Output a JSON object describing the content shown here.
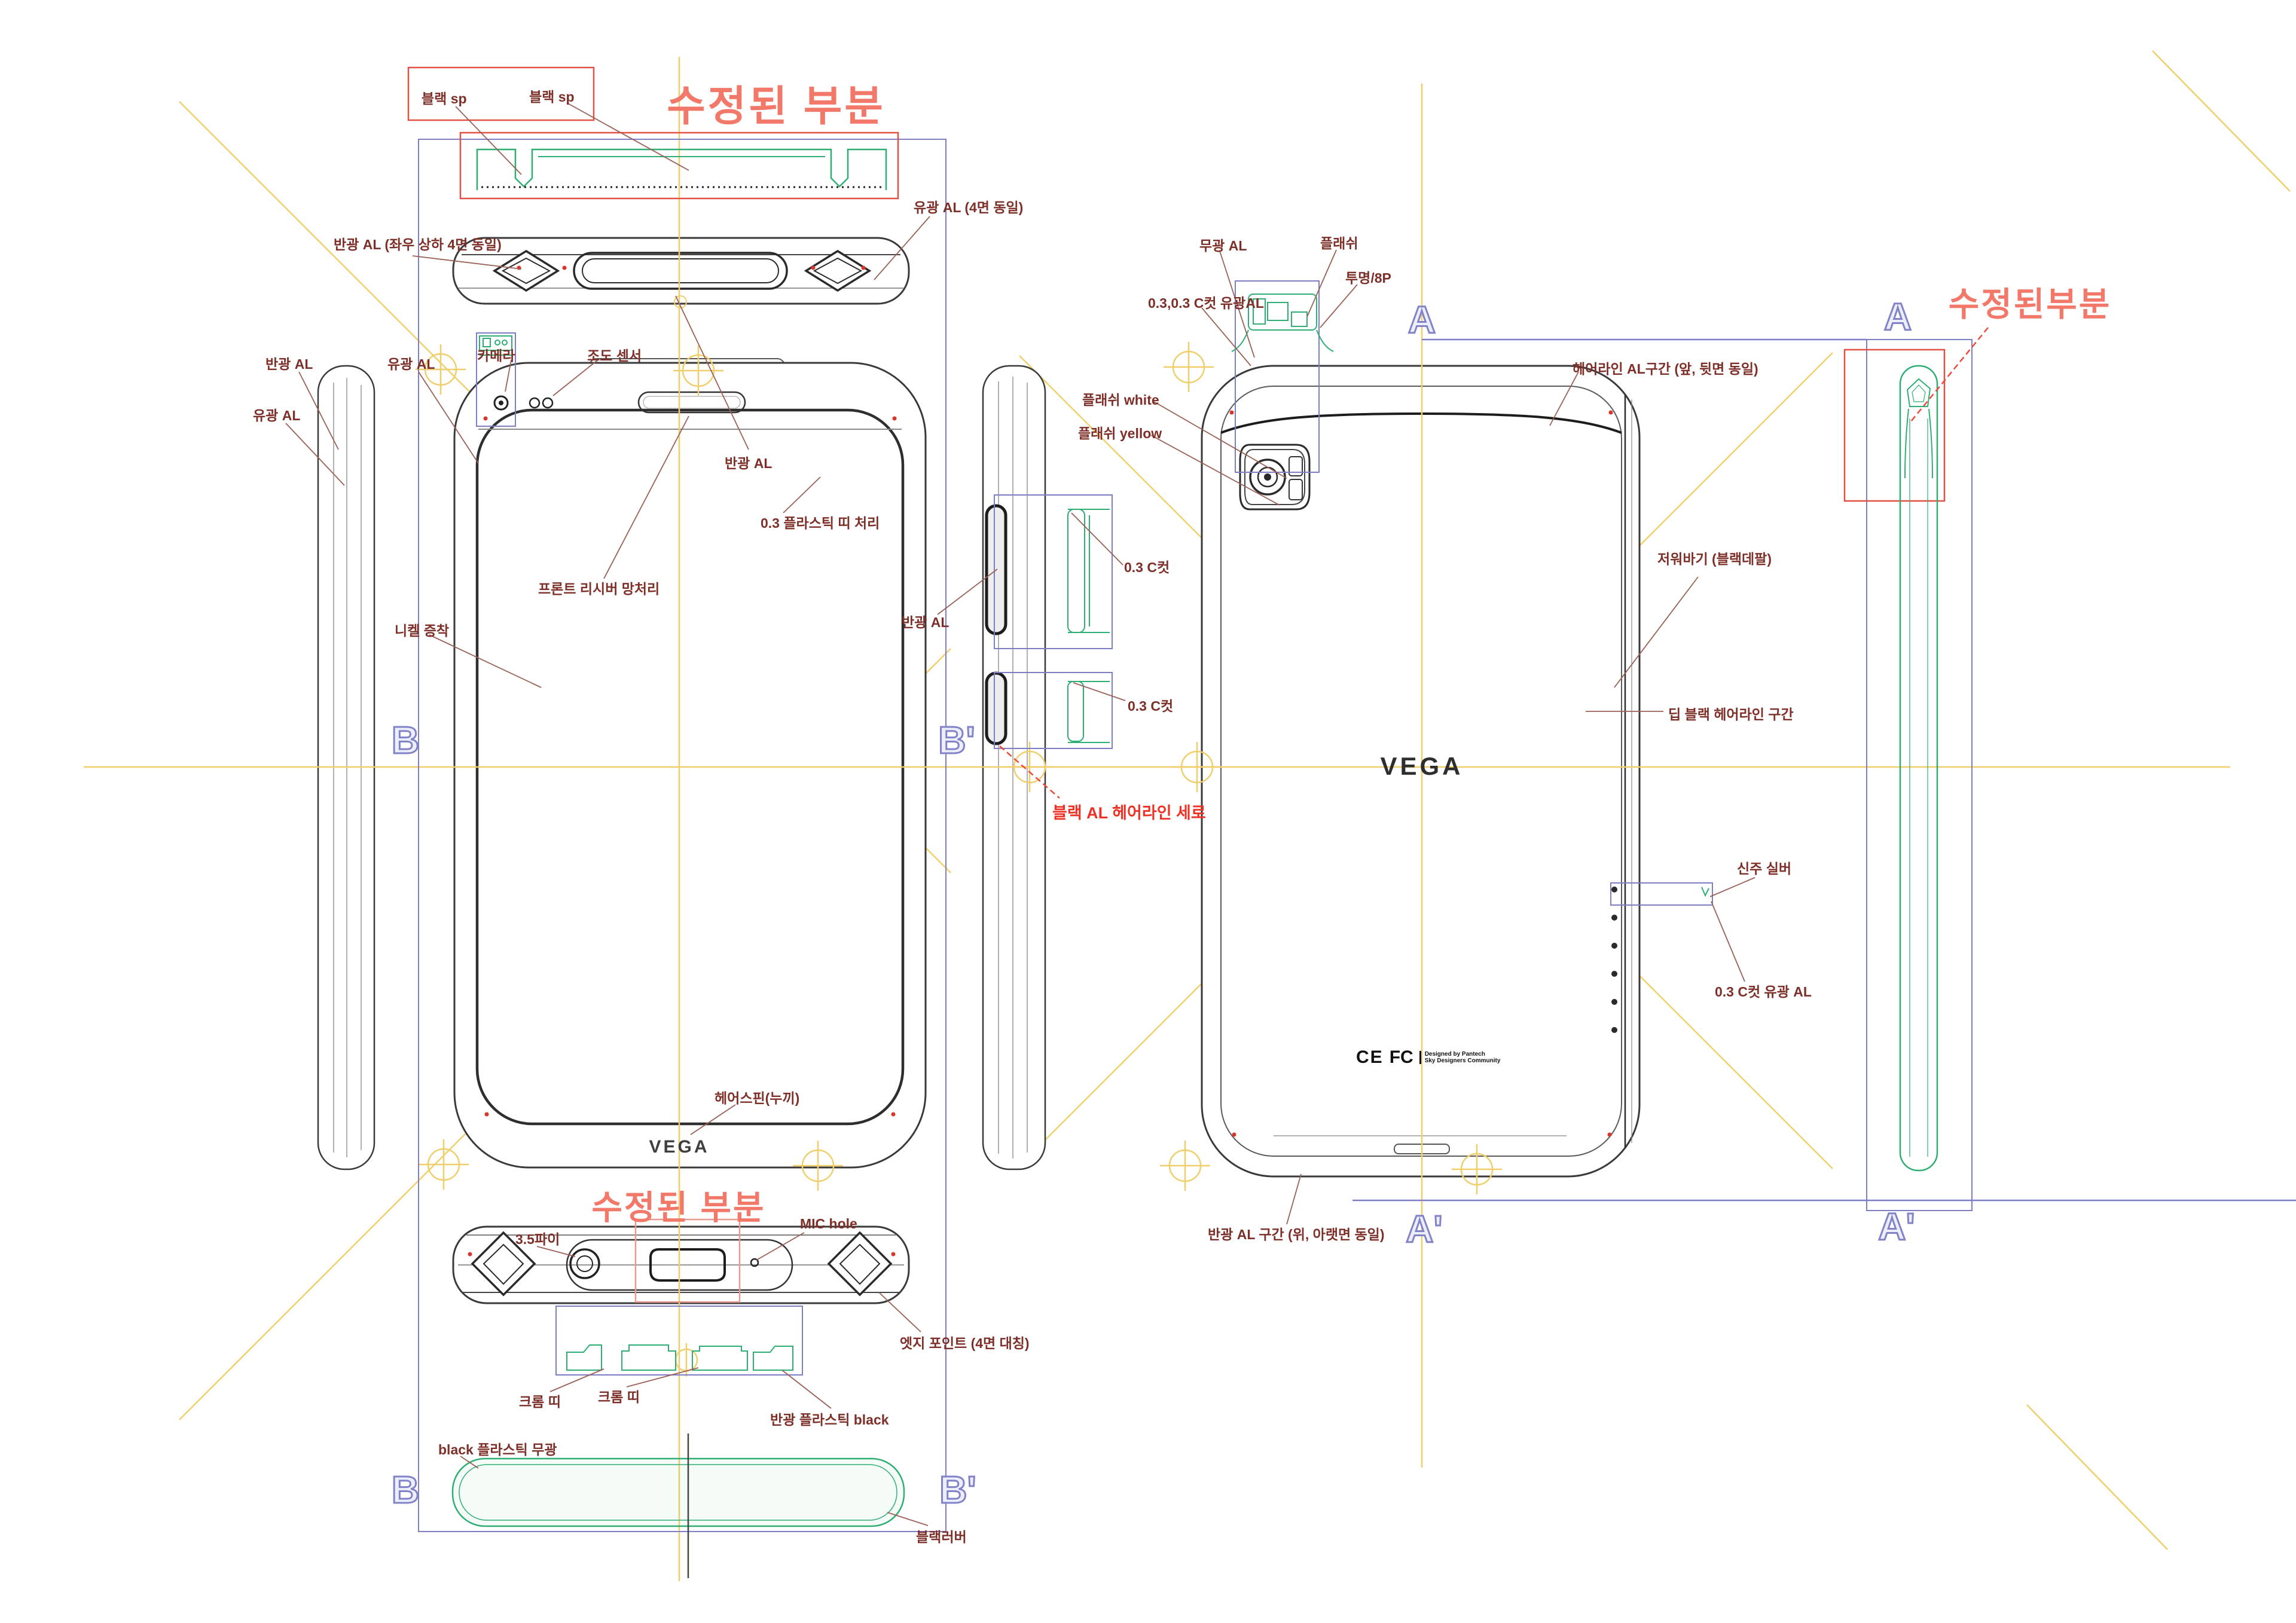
{
  "brand": "VEGA",
  "markers": {
    "a": "A",
    "a_prime": "A'",
    "b": "B",
    "b_prime": "B'"
  },
  "compliance": {
    "ce": "CE",
    "fcc": "FC",
    "fine_print_1": "Designed by Pantech",
    "fine_print_2": "Sky Designers Community"
  },
  "ann": {
    "mod_top": "수정된 부분",
    "mod_bottom": "수정된 부분",
    "mod_right": "수정된부분",
    "black_sp_1": "블랙 sp",
    "black_sp_2": "블랙 sp",
    "banggwang_al_4": "반광 AL (좌우 상하 4면 동일)",
    "yugwang_al_4": "유광 AL (4면 동일)",
    "banggwang_al_top": "반광 AL",
    "banggwang_al_side_left": "반광 AL",
    "yugwang_al_side_left": "유광 AL",
    "yugwang_al_front": "유광 AL",
    "camera": "카메라",
    "lux_sensor": "조도 센서",
    "plastic_band": "0.3 플라스틱 띠 처리",
    "front_receiver": "프론트 리시버 망처리",
    "nickel": "니켈 증착",
    "hairspin": "헤어스핀(누끼)",
    "banggwang_al_button": "반광 AL",
    "c_cut_top": "0.3 C컷",
    "c_cut_bottom": "0.3 C컷",
    "black_al_hairline": "블랙 AL 헤어라인 세로",
    "phi35": "3.5파이",
    "mic_hole": "MIC hole",
    "edge_point": "엣지 포인트 (4면 대칭)",
    "chrome_band_1": "크롬 띠",
    "chrome_band_2": "크롬 띠",
    "banggwang_plastic_black": "반광 플라스틱 black",
    "black_plastic_matte": "black 플라스틱 무광",
    "black_rubber": "블랙러버",
    "matte_al": "무광 AL",
    "flash": "플래쉬",
    "clear_8p": "투명/8P",
    "c_cut_yugwang_al": "0.3,0.3 C컷 유광AL",
    "flash_white": "플래쉬 white",
    "flash_yellow": "플래쉬 yellow",
    "hairline_al_section": "헤어라인 AL구간 (앞, 뒷면 동일)",
    "stopper_black_decal": "저워바기 (블랙데팔)",
    "deep_black_hairline": "딥 블랙 헤어라인 구간",
    "brass_silver": "신주 실버",
    "c_cut_yugwang_al_2": "0.3 C컷 유광 AL",
    "banggwang_al_band": "반광 AL 구간 (위, 아랫면 동일)"
  },
  "colors": {
    "highlight_red": "#f2786a",
    "label_dark_red": "#7d2f28",
    "alert_red": "#ee3124",
    "construction_yellow": "#f0ce6c",
    "detail_green": "#2fae74",
    "viewport_blue": "#7e7ec6",
    "outline_dark": "#3a3a3a"
  }
}
